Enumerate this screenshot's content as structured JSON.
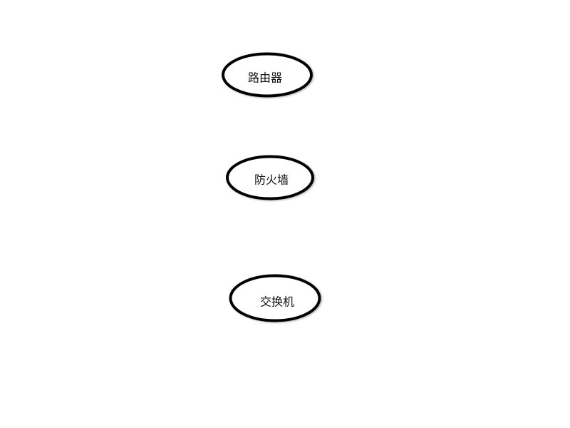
{
  "diagram": {
    "type": "network-topology",
    "nodes": [
      {
        "id": "router",
        "label": "路由器"
      },
      {
        "id": "firewall",
        "label": "防火墙"
      },
      {
        "id": "switch",
        "label": "交换机"
      }
    ],
    "edges": [
      {
        "from": "router",
        "to": "firewall"
      },
      {
        "from": "firewall",
        "to": "switch"
      }
    ],
    "colors": {
      "background": "#ffffff",
      "node_fill": "#ffffff",
      "node_stroke": "#000000",
      "edge": "#1e8cf5",
      "label_text": "#111111",
      "shadow": "#999999"
    }
  }
}
